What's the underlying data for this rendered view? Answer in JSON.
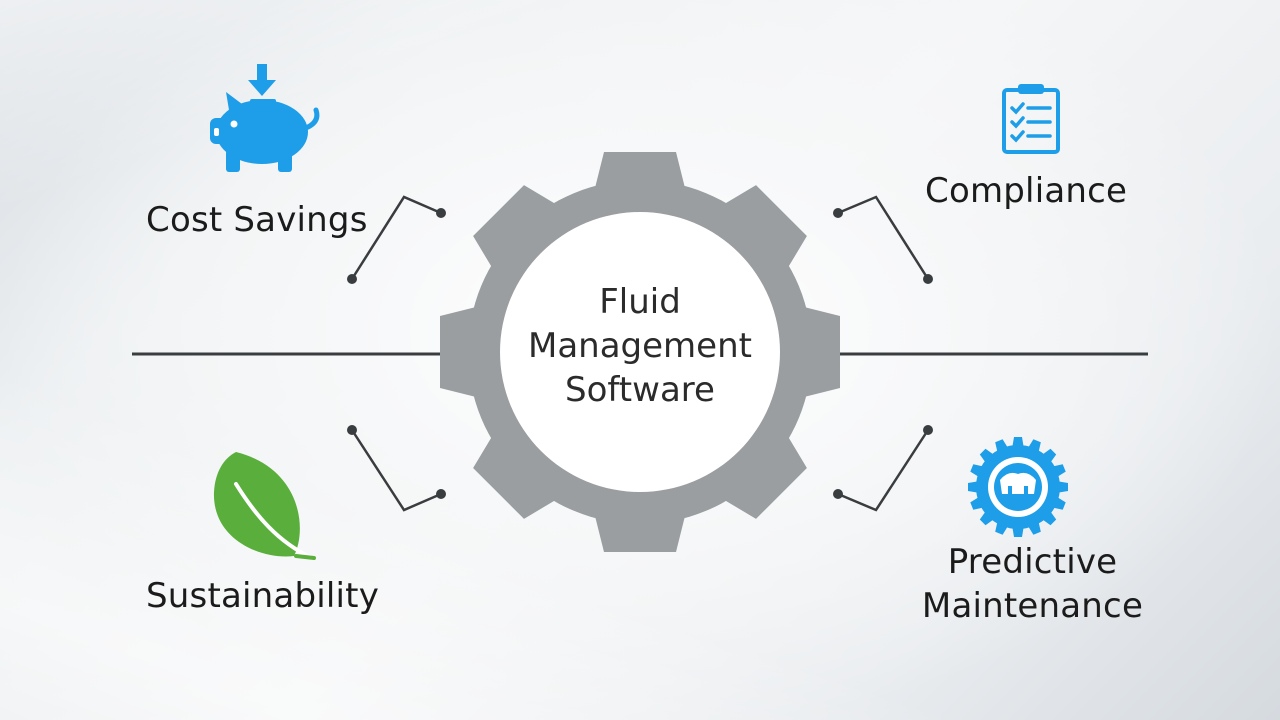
{
  "center": {
    "lines": [
      "Fluid",
      "Management",
      "Software"
    ]
  },
  "benefits": {
    "cost_savings": {
      "label": "Cost Savings",
      "icon": "piggy-bank-icon",
      "color": "#1e9ee8"
    },
    "compliance": {
      "label": "Compliance",
      "icon": "clipboard-checklist-icon",
      "color": "#1e9ee8"
    },
    "sustainability": {
      "label": "Sustainability",
      "icon": "leaf-icon",
      "color": "#5aaf3c"
    },
    "predictive_maintenance": {
      "label_line1": "Predictive",
      "label_line2": "Maintenance",
      "icon": "gear-badge-icon",
      "color": "#1e9ee8"
    }
  },
  "colors": {
    "gear": "#9a9ea1",
    "connector": "#3a3d40"
  }
}
